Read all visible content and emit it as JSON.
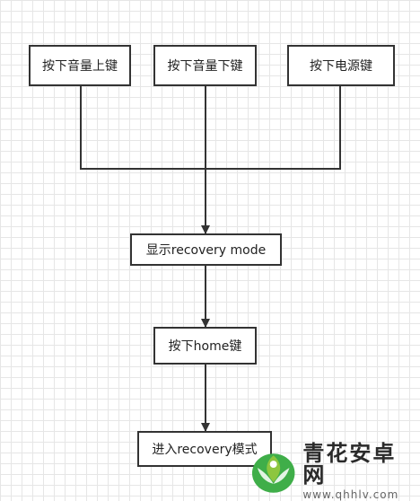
{
  "diagram": {
    "nodes": {
      "vol_up": "按下音量上键",
      "vol_down": "按下音量下键",
      "power": "按下电源键",
      "show_recovery": "显示recovery mode",
      "press_home": "按下home键",
      "enter_recovery": "进入recovery模式"
    },
    "line_color": "#333333",
    "grid_color": "#e6e6e6"
  },
  "watermark": {
    "name": "青花安卓网",
    "url": "www.qhhlv.com",
    "logo_colors": [
      "#3fae49",
      "#8dc63f"
    ]
  }
}
